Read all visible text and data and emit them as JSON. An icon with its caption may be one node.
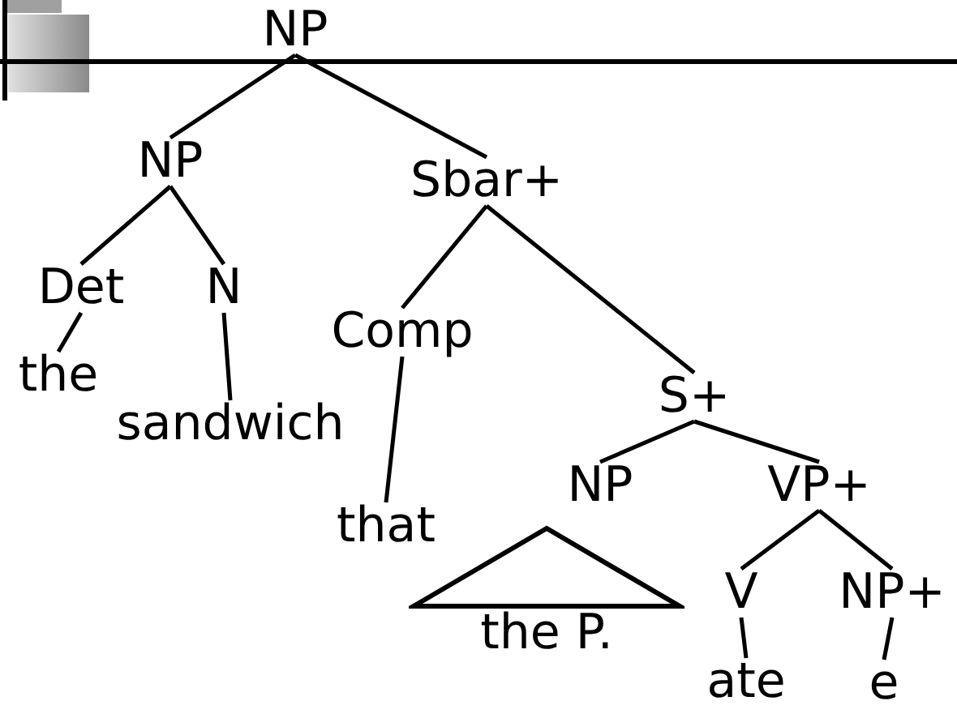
{
  "diagram": {
    "nodes": [
      {
        "text": [
          "NP"
        ]
      },
      {
        "text": [
          "NP"
        ]
      },
      {
        "text": [
          "Sbar+"
        ]
      },
      {
        "text": [
          "Det"
        ]
      },
      {
        "text": [
          "N"
        ]
      },
      {
        "text": [
          "the"
        ]
      },
      {
        "text": [
          "sandwich"
        ]
      },
      {
        "text": [
          "Comp"
        ]
      },
      {
        "text": [
          "S+"
        ]
      },
      {
        "text": [
          "that"
        ]
      },
      {
        "text": [
          "NP"
        ]
      },
      {
        "text": [
          "VP+"
        ]
      },
      {
        "text": [
          "the P."
        ]
      },
      {
        "text": [
          "V"
        ]
      },
      {
        "text": [
          "NP+"
        ]
      },
      {
        "text": [
          "ate"
        ]
      },
      {
        "text": [
          "e"
        ]
      }
    ],
    "edges": [
      {
        "from": 0,
        "to": 1,
        "arrow": "none"
      },
      {
        "from": 0,
        "to": 2,
        "arrow": "none"
      },
      {
        "from": 1,
        "to": 3,
        "arrow": "none"
      },
      {
        "from": 1,
        "to": 4,
        "arrow": "none"
      },
      {
        "from": 3,
        "to": 5,
        "arrow": "none"
      },
      {
        "from": 4,
        "to": 6,
        "arrow": "none"
      },
      {
        "from": 2,
        "to": 7,
        "arrow": "none"
      },
      {
        "from": 2,
        "to": 8,
        "arrow": "none"
      },
      {
        "from": 7,
        "to": 9,
        "arrow": "none"
      },
      {
        "from": 8,
        "to": 10,
        "arrow": "none"
      },
      {
        "from": 8,
        "to": 11,
        "arrow": "none"
      },
      {
        "from": 11,
        "to": 13,
        "arrow": "none"
      },
      {
        "from": 11,
        "to": 14,
        "arrow": "none"
      },
      {
        "from": 13,
        "to": 15,
        "arrow": "none"
      },
      {
        "from": 14,
        "to": 16,
        "arrow": "none"
      }
    ]
  }
}
